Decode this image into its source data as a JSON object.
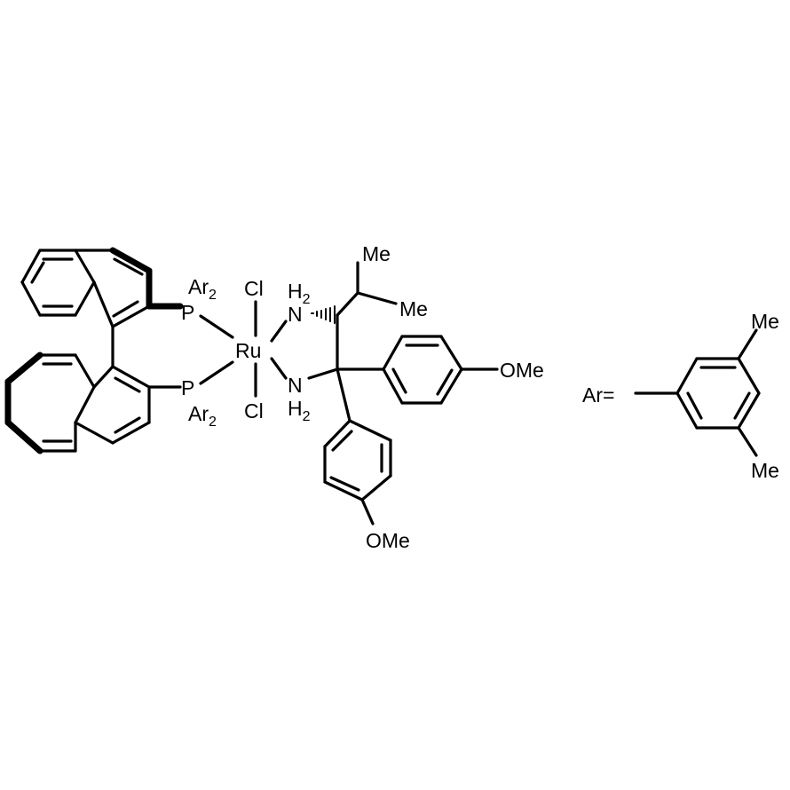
{
  "labels": {
    "ar2_top": "Ar",
    "ar2_top_sub": "2",
    "p_top": "P",
    "p_bottom": "P",
    "ar2_bottom": "Ar",
    "ar2_bottom_sub": "2",
    "cl_top": "Cl",
    "cl_bottom": "Cl",
    "ru": "Ru",
    "nh2_top_n": "N",
    "nh2_top_h": "H",
    "nh2_top_sub": "2",
    "nh2_bottom_n": "N",
    "nh2_bottom_h": "H",
    "nh2_bottom_sub": "2",
    "me_top": "Me",
    "me_right": "Me",
    "ome_right": "OMe",
    "ome_bottom": "OMe",
    "ar_def": "Ar=",
    "aryl_me_top": "Me",
    "aryl_me_bottom": "Me"
  }
}
